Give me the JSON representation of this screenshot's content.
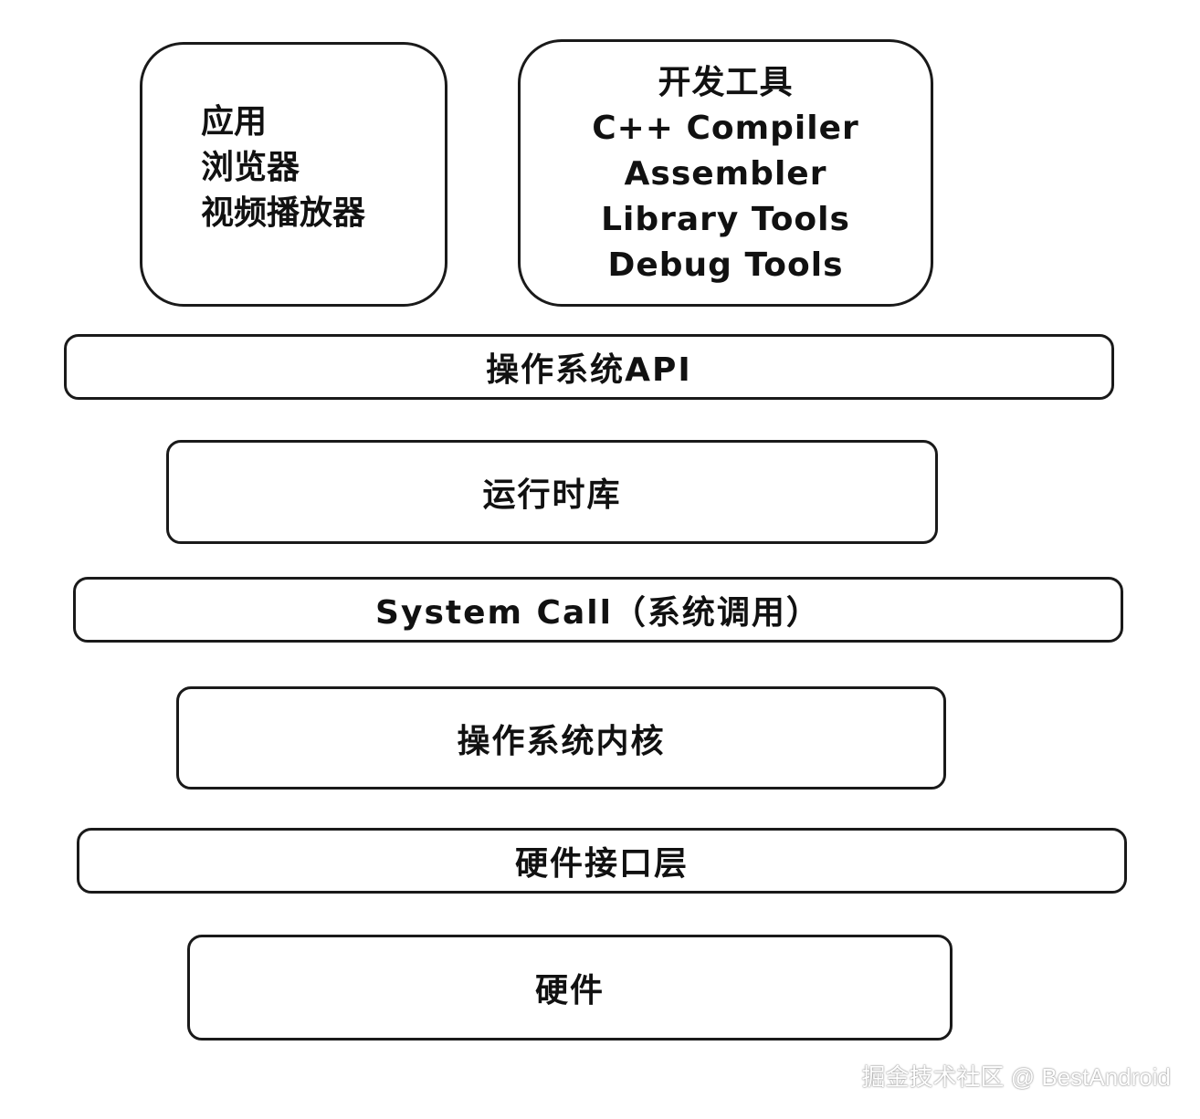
{
  "apps": {
    "items": [
      "应用",
      "浏览器",
      "视频播放器"
    ]
  },
  "dev_tools": {
    "items": [
      "开发工具",
      "C++ Compiler",
      "Assembler",
      "Library Tools",
      "Debug Tools"
    ]
  },
  "layers": {
    "os_api": "操作系统API",
    "runtime": "运行时库",
    "system_call": "System Call（系统调用）",
    "kernel": "操作系统内核",
    "hal": "硬件接口层",
    "hardware": "硬件"
  },
  "watermark": "掘金技术社区 @ BestAndroid"
}
